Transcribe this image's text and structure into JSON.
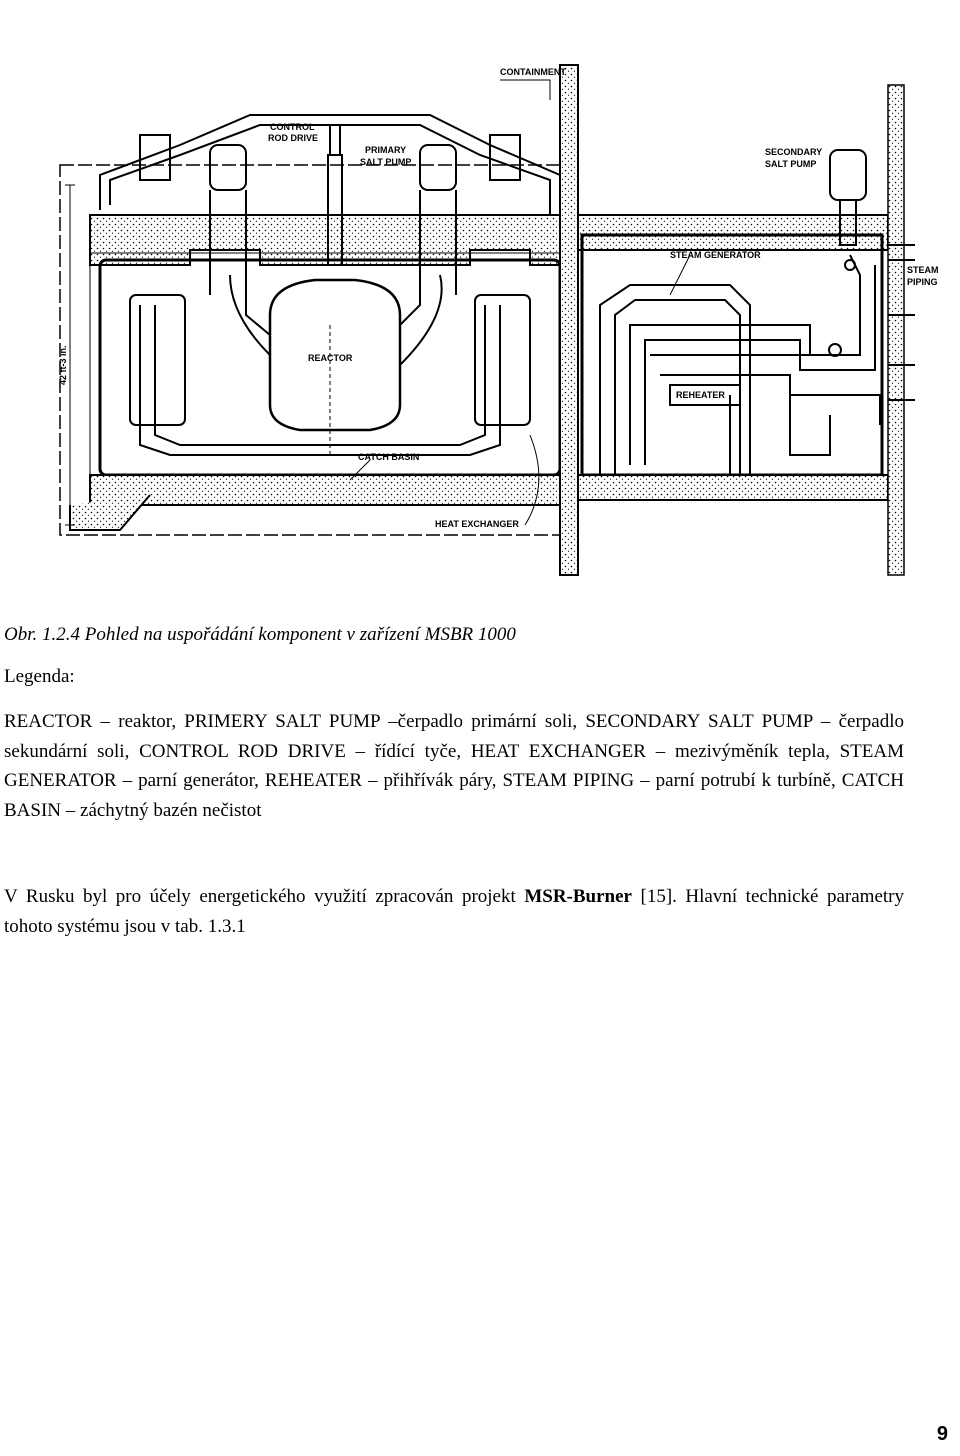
{
  "figure": {
    "labels": {
      "containment": "CONTAINMENT",
      "control_rod_drive_1": "CONTROL",
      "control_rod_drive_2": "ROD DRIVE",
      "primary_salt_pump_1": "PRIMARY",
      "primary_salt_pump_2": "SALT PUMP",
      "secondary_salt_pump_1": "SECONDARY",
      "secondary_salt_pump_2": "SALT PUMP",
      "steam_generator": "STEAM GENERATOR",
      "steam_piping_1": "STEAM",
      "steam_piping_2": "PIPING",
      "reactor": "REACTOR",
      "reheater": "REHEATER",
      "catch_basin": "CATCH BASIN",
      "heat_exchanger": "HEAT EXCHANGER",
      "dimension": "42 ft-3 in."
    }
  },
  "caption": "Obr. 1.2.4  Pohled na uspořádání komponent v zařízení MSBR 1000",
  "legend": {
    "heading": "Legenda:",
    "text": "REACTOR – reaktor, PRIMERY SALT PUMP –čerpadlo primární soli, SECONDARY SALT PUMP – čerpadlo sekundární soli, CONTROL ROD DRIVE – řídící tyče, HEAT EXCHANGER – mezivýměník tepla, STEAM GENERATOR – parní generátor, REHEATER – přihřívák páry, STEAM PIPING – parní potrubí k turbíně, CATCH BASIN – záchytný bazén nečistot"
  },
  "paragraph": {
    "before": "V Rusku byl pro účely energetického využití zpracován projekt ",
    "bold": "MSR-Burner",
    "after": " [15]. Hlavní technické parametry tohoto systému jsou v tab. 1.3.1"
  },
  "page_number": "9"
}
